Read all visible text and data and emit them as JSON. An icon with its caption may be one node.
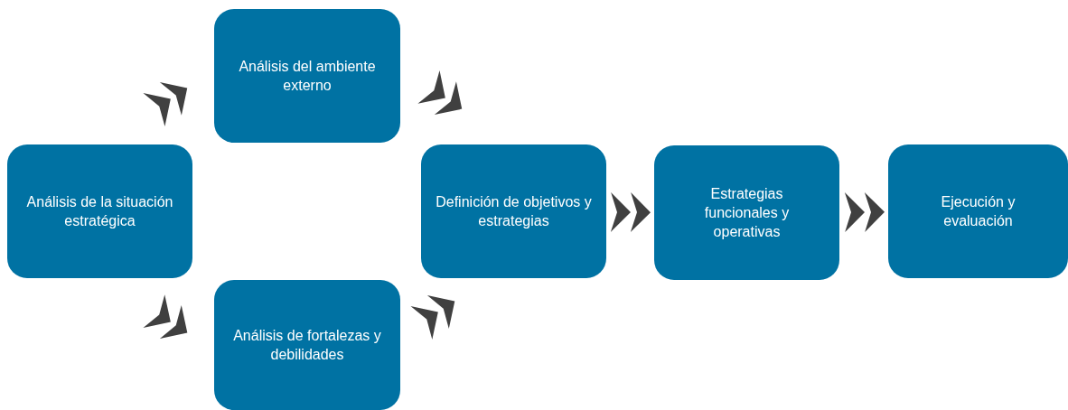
{
  "diagram": {
    "nodes": [
      {
        "text": [
          "Análisis de la situación estratégica"
        ]
      },
      {
        "text": [
          "Análisis del ambiente externo"
        ]
      },
      {
        "text": [
          "Análisis de fortalezas y debilidades"
        ]
      },
      {
        "text": [
          "Definición de objetivos y estrategias"
        ]
      },
      {
        "text": [
          "Estrategias funcionales y operativas"
        ]
      },
      {
        "text": [
          "Ejecución y evaluación"
        ]
      }
    ],
    "edges": [
      {
        "from": 0,
        "to": 1,
        "arrow": "to"
      },
      {
        "from": 0,
        "to": 2,
        "arrow": "to"
      },
      {
        "from": 1,
        "to": 3,
        "arrow": "to"
      },
      {
        "from": 2,
        "to": 3,
        "arrow": "to"
      },
      {
        "from": 3,
        "to": 4,
        "arrow": "to"
      },
      {
        "from": 4,
        "to": 5,
        "arrow": "to"
      }
    ]
  }
}
